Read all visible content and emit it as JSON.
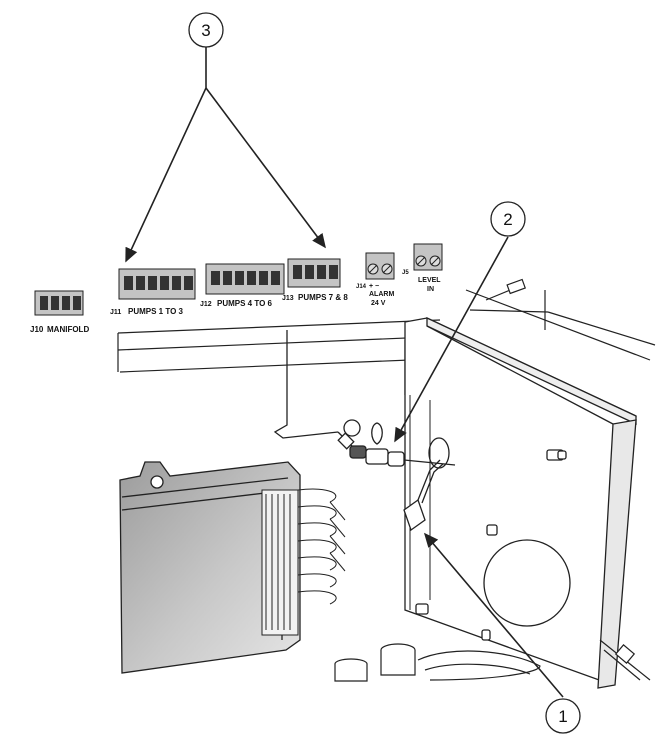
{
  "callouts": [
    {
      "number": "1"
    },
    {
      "number": "2"
    },
    {
      "number": "3"
    }
  ],
  "connectors": {
    "j10": {
      "id": "J10",
      "name": "MANIFOLD"
    },
    "j11": {
      "id": "J11",
      "name": "PUMPS 1 TO 3"
    },
    "j12": {
      "id": "J12",
      "name": "PUMPS 4 TO 6"
    },
    "j13": {
      "id": "J13",
      "name": "PUMPS 7 & 8"
    },
    "j14": {
      "id": "J14",
      "signs": "+    −",
      "name_line1": "ALARM",
      "name_line2": "24 V"
    },
    "j5": {
      "id": "J5",
      "name_line1": "LEVEL",
      "name_line2": "IN"
    }
  },
  "colors": {
    "line": "#222222",
    "connector_body": "#c4c4c4",
    "chassis_fill": "#bdbdbd",
    "panel_fill": "#ffffff"
  }
}
